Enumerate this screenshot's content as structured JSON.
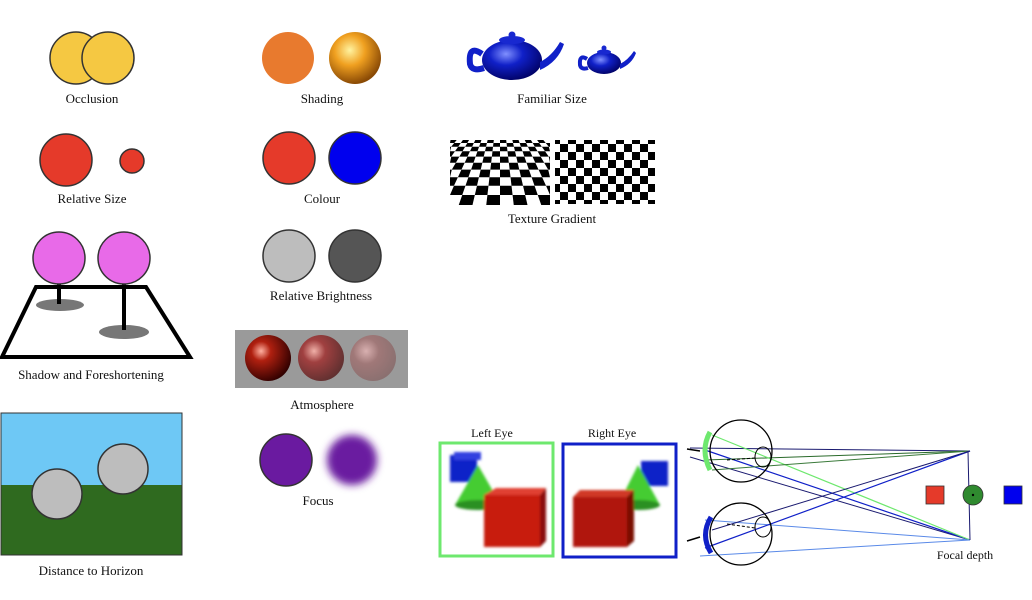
{
  "labels": {
    "occlusion": "Occlusion",
    "shading": "Shading",
    "familiar_size": "Familiar Size",
    "relative_size": "Relative Size",
    "colour": "Colour",
    "texture_gradient": "Texture Gradient",
    "shadow_foreshortening": "Shadow and Foreshortening",
    "relative_brightness": "Relative Brightness",
    "atmosphere": "Atmosphere",
    "distance_to_horizon": "Distance to Horizon",
    "focus": "Focus",
    "left_eye": "Left Eye",
    "right_eye": "Right Eye",
    "focal_depth": "Focal depth"
  },
  "colors": {
    "occlusion_yellow": "#f5c842",
    "shading_orange": "#e87a2e",
    "teapot_blue": "#1020c8",
    "red": "#e53a2a",
    "blue": "#0000ee",
    "light_gray": "#bdbdbd",
    "dark_gray": "#555555",
    "pink": "#e86ae8",
    "sky": "#6ec8f5",
    "grass": "#2f6a1f",
    "purple": "#6a1aa0",
    "green_frame": "#6ee86e",
    "blue_frame": "#1020c8"
  }
}
